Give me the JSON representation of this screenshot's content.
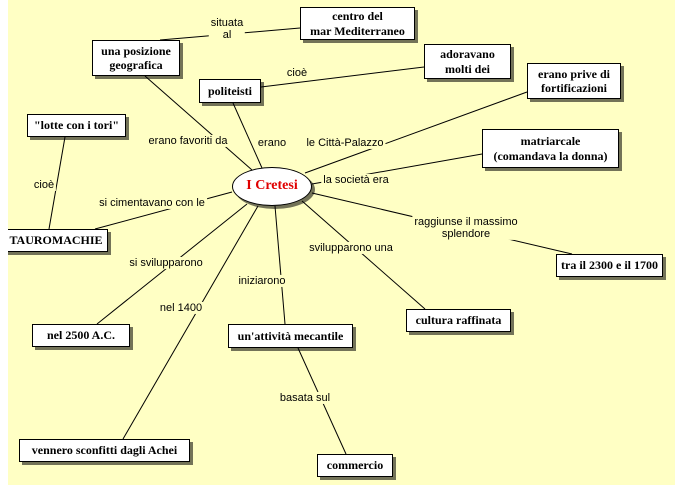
{
  "colors": {
    "background": "#FFFFC4",
    "node_fill": "#FFFFFF",
    "node_border": "#000000",
    "center_text": "#E00000",
    "line": "#000000"
  },
  "map": {
    "center": {
      "label": "I Cretesi"
    },
    "nodes": {
      "centro": {
        "label": "centro del\nmar Mediterraneo"
      },
      "posizione": {
        "label": "una posizione\ngeografica"
      },
      "adoravano": {
        "label": "adoravano\nmolti dei"
      },
      "fortificazioni": {
        "label": "erano prive di\nfortificazioni"
      },
      "politeisti": {
        "label": "politeisti"
      },
      "lotte": {
        "label": "\"lotte con i tori\""
      },
      "matriarcale": {
        "label": "matriarcale\n(comandava la donna)"
      },
      "tauromachie": {
        "label": "TAUROMACHIE"
      },
      "tra2300": {
        "label": "tra il 2300 e il 1700"
      },
      "nel2500": {
        "label": "nel 2500 A.C."
      },
      "cultura": {
        "label": "cultura raffinata"
      },
      "attivita": {
        "label": "un'attività mecantile"
      },
      "achei": {
        "label": "vennero sconfitti dagli Achei"
      },
      "commercio": {
        "label": "commercio"
      }
    },
    "edge_labels": {
      "situata": {
        "label": "situata\nal"
      },
      "cioe_top": {
        "label": "cioè"
      },
      "erano_favoriti": {
        "label": "erano favoriti da"
      },
      "erano": {
        "label": "erano"
      },
      "citta_palazzo": {
        "label": "le Città-Palazzo"
      },
      "societa": {
        "label": "la società era"
      },
      "cioe_left": {
        "label": "cioè"
      },
      "cimentavano": {
        "label": "si cimentavano con le"
      },
      "raggiunse": {
        "label": "raggiunse il massimo\nsplendore"
      },
      "svilupparono_una": {
        "label": "svilupparono una"
      },
      "si_svilupparono": {
        "label": "si svilupparono"
      },
      "iniziarono": {
        "label": "iniziarono"
      },
      "nel_1400": {
        "label": "nel 1400"
      },
      "basata_sul": {
        "label": "basata sul"
      }
    }
  }
}
